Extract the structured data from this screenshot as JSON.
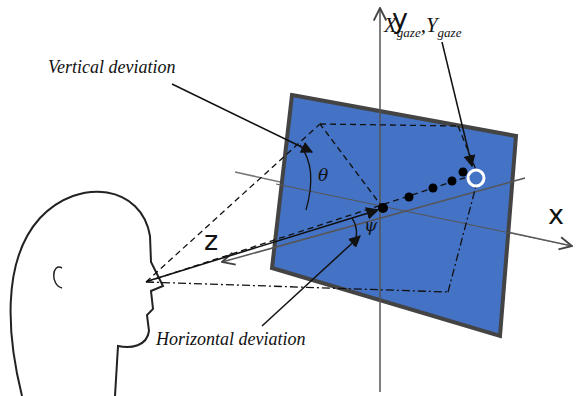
{
  "diagram": {
    "labels": [
      "y",
      "Xgaze,Ygaze",
      "Vertical deviation",
      "θ",
      "Horizontal deviation",
      "ψ",
      "z",
      "x"
    ]
  }
}
